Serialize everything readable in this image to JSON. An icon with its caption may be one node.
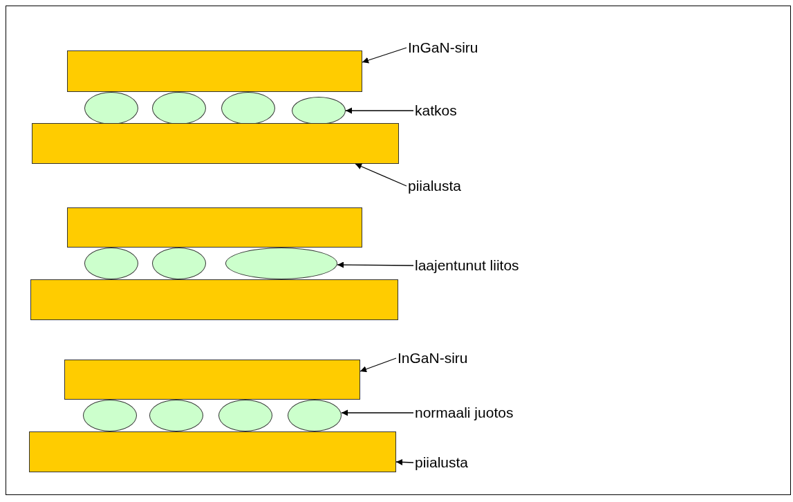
{
  "diagram": {
    "nodes": [
      {
        "text": [],
        "shape": "bar"
      },
      {
        "text": [
          "InGaN-siru"
        ]
      },
      {
        "text": [],
        "shape": "ellipse"
      },
      {
        "text": [],
        "shape": "ellipse"
      },
      {
        "text": [],
        "shape": "ellipse"
      },
      {
        "text": [],
        "shape": "ellipse"
      },
      {
        "text": [
          "katkos"
        ]
      },
      {
        "text": [],
        "shape": "bar"
      },
      {
        "text": [
          "piialusta"
        ]
      },
      {
        "text": [],
        "shape": "bar"
      },
      {
        "text": [],
        "shape": "ellipse"
      },
      {
        "text": [],
        "shape": "ellipse"
      },
      {
        "text": [],
        "shape": "ellipse"
      },
      {
        "text": [
          "laajentunut liitos"
        ]
      },
      {
        "text": [],
        "shape": "bar"
      },
      {
        "text": [],
        "shape": "bar"
      },
      {
        "text": [
          "InGaN-siru"
        ]
      },
      {
        "text": [],
        "shape": "ellipse"
      },
      {
        "text": [],
        "shape": "ellipse"
      },
      {
        "text": [],
        "shape": "ellipse"
      },
      {
        "text": [],
        "shape": "ellipse"
      },
      {
        "text": [
          "normaali juotos"
        ]
      },
      {
        "text": [],
        "shape": "bar"
      },
      {
        "text": [
          "piialusta"
        ]
      }
    ],
    "edges": [
      {
        "from": 1,
        "to": 0,
        "arrow": "to"
      },
      {
        "from": 6,
        "to": 5,
        "arrow": "to"
      },
      {
        "from": 8,
        "to": 7,
        "arrow": "to"
      },
      {
        "from": 13,
        "to": 12,
        "arrow": "to"
      },
      {
        "from": 16,
        "to": 15,
        "arrow": "to"
      },
      {
        "from": 21,
        "to": 20,
        "arrow": "to"
      },
      {
        "from": 23,
        "to": 22,
        "arrow": "to"
      }
    ]
  }
}
